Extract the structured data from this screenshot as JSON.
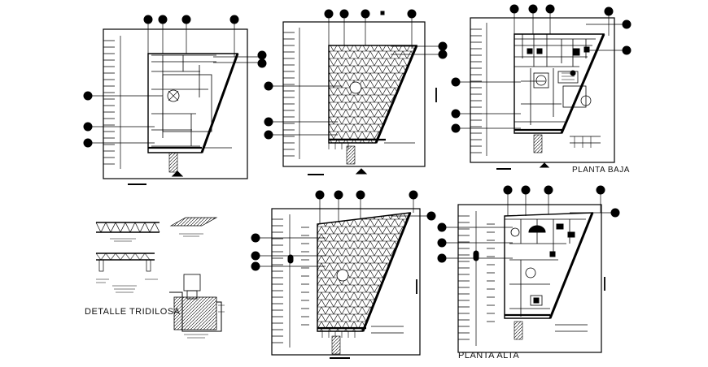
{
  "drawing": {
    "labels": {
      "planta_baja": "PLANTA BAJA",
      "planta_alta": "PLANTA ALTA",
      "detalle_tridilosa": "DETALLE TRIDILOSA"
    }
  },
  "colors": {
    "ink": "#000000",
    "paper": "#ffffff",
    "fill": "#111111"
  }
}
